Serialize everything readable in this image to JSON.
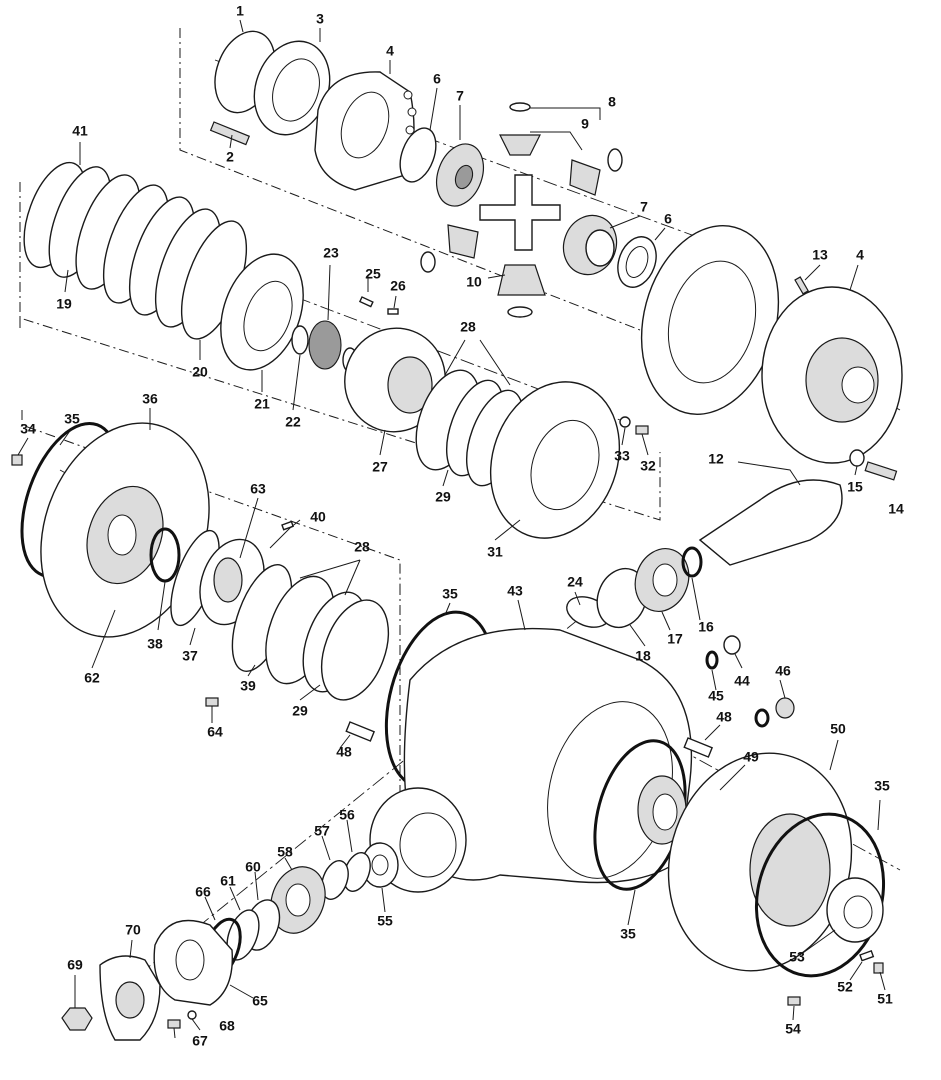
{
  "callouts": [
    {
      "id": "1",
      "text": "1"
    },
    {
      "id": "2",
      "text": "2"
    },
    {
      "id": "3",
      "text": "3"
    },
    {
      "id": "4a",
      "text": "4"
    },
    {
      "id": "4b",
      "text": "4"
    },
    {
      "id": "6a",
      "text": "6"
    },
    {
      "id": "6b",
      "text": "6"
    },
    {
      "id": "7a",
      "text": "7"
    },
    {
      "id": "7b",
      "text": "7"
    },
    {
      "id": "8",
      "text": "8"
    },
    {
      "id": "9",
      "text": "9"
    },
    {
      "id": "10",
      "text": "10"
    },
    {
      "id": "12",
      "text": "12"
    },
    {
      "id": "13",
      "text": "13"
    },
    {
      "id": "14",
      "text": "14"
    },
    {
      "id": "15",
      "text": "15"
    },
    {
      "id": "16",
      "text": "16"
    },
    {
      "id": "17",
      "text": "17"
    },
    {
      "id": "18",
      "text": "18"
    },
    {
      "id": "19",
      "text": "19"
    },
    {
      "id": "20",
      "text": "20"
    },
    {
      "id": "21",
      "text": "21"
    },
    {
      "id": "22",
      "text": "22"
    },
    {
      "id": "23",
      "text": "23"
    },
    {
      "id": "24",
      "text": "24"
    },
    {
      "id": "25",
      "text": "25"
    },
    {
      "id": "26",
      "text": "26"
    },
    {
      "id": "27",
      "text": "27"
    },
    {
      "id": "28a",
      "text": "28"
    },
    {
      "id": "28b",
      "text": "28"
    },
    {
      "id": "29a",
      "text": "29"
    },
    {
      "id": "29b",
      "text": "29"
    },
    {
      "id": "31",
      "text": "31"
    },
    {
      "id": "32",
      "text": "32"
    },
    {
      "id": "33",
      "text": "33"
    },
    {
      "id": "34",
      "text": "34"
    },
    {
      "id": "35a",
      "text": "35"
    },
    {
      "id": "35b",
      "text": "35"
    },
    {
      "id": "35c",
      "text": "35"
    },
    {
      "id": "35d",
      "text": "35"
    },
    {
      "id": "36",
      "text": "36"
    },
    {
      "id": "37",
      "text": "37"
    },
    {
      "id": "38",
      "text": "38"
    },
    {
      "id": "39",
      "text": "39"
    },
    {
      "id": "40",
      "text": "40"
    },
    {
      "id": "41",
      "text": "41"
    },
    {
      "id": "43",
      "text": "43"
    },
    {
      "id": "44",
      "text": "44"
    },
    {
      "id": "45",
      "text": "45"
    },
    {
      "id": "46",
      "text": "46"
    },
    {
      "id": "48a",
      "text": "48"
    },
    {
      "id": "48b",
      "text": "48"
    },
    {
      "id": "49",
      "text": "49"
    },
    {
      "id": "50",
      "text": "50"
    },
    {
      "id": "51",
      "text": "51"
    },
    {
      "id": "52",
      "text": "52"
    },
    {
      "id": "53",
      "text": "53"
    },
    {
      "id": "54",
      "text": "54"
    },
    {
      "id": "55",
      "text": "55"
    },
    {
      "id": "56",
      "text": "56"
    },
    {
      "id": "57",
      "text": "57"
    },
    {
      "id": "58",
      "text": "58"
    },
    {
      "id": "60",
      "text": "60"
    },
    {
      "id": "61",
      "text": "61"
    },
    {
      "id": "62",
      "text": "62"
    },
    {
      "id": "63",
      "text": "63"
    },
    {
      "id": "64",
      "text": "64"
    },
    {
      "id": "65",
      "text": "65"
    },
    {
      "id": "66",
      "text": "66"
    },
    {
      "id": "67",
      "text": "67"
    },
    {
      "id": "68",
      "text": "68"
    },
    {
      "id": "69",
      "text": "69"
    },
    {
      "id": "70",
      "text": "70"
    }
  ]
}
